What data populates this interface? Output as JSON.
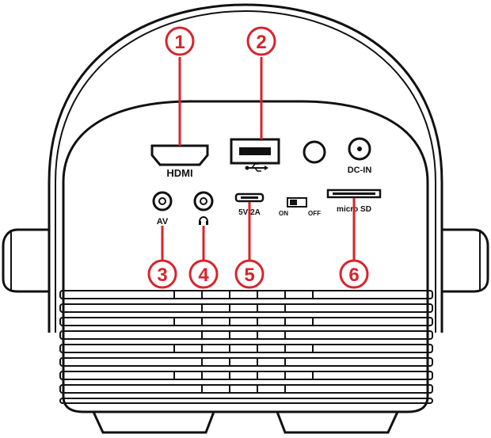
{
  "ports": {
    "hdmi": "HDMI",
    "dc_in": "DC-IN",
    "av": "AV",
    "power_5v": "5V/2A",
    "on": "ON",
    "off": "OFF",
    "micro_sd": "micro SD"
  },
  "callouts": [
    "1",
    "2",
    "3",
    "4",
    "5",
    "6"
  ],
  "colors": {
    "callout": "#d9232b",
    "outline": "#111111"
  },
  "icons": {
    "usb": "usb-icon",
    "headphone": "headphone-icon",
    "round_button": "round-button-icon",
    "dc_jack": "dc-jack-icon"
  }
}
